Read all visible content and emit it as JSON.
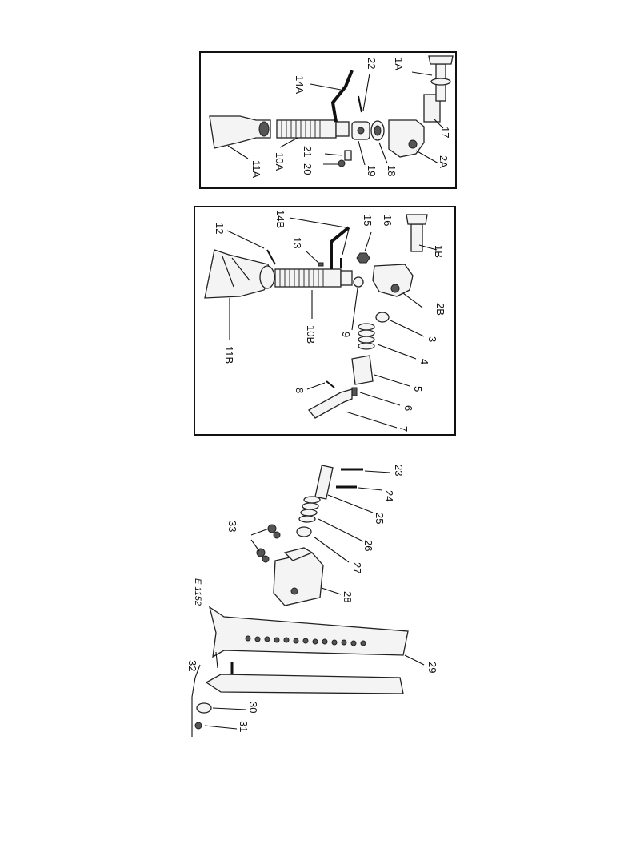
{
  "figure_code": "E 1152",
  "panels": [
    {
      "id": "top",
      "callouts": [
        "1A",
        "22",
        "14A",
        "17",
        "2A",
        "18",
        "19",
        "20",
        "21",
        "10A",
        "11A"
      ]
    },
    {
      "id": "middle",
      "callouts": [
        "12",
        "14B",
        "13",
        "15",
        "16",
        "1B",
        "2B",
        "3",
        "4",
        "5",
        "6",
        "7",
        "8",
        "9",
        "10B",
        "11B"
      ]
    }
  ],
  "lower_group": {
    "callouts": [
      "23",
      "24",
      "25",
      "26",
      "27",
      "28",
      "29",
      "30",
      "31",
      "32",
      "33"
    ]
  }
}
